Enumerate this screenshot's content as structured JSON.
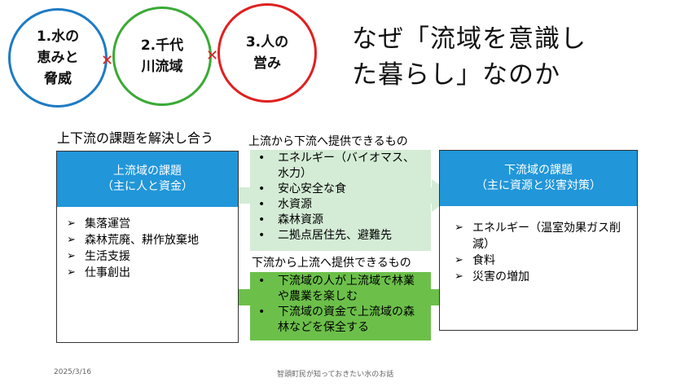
{
  "circles": [
    {
      "text": "1.水の\n恵みと\n脅威",
      "color": "#1e7bc4"
    },
    {
      "text": "2.千代\n川流域",
      "color": "#3aaa35"
    },
    {
      "text": "3.人の\n営み",
      "color": "#e02020"
    }
  ],
  "connector_symbol": "✕",
  "title": "なぜ「流域を意識し\nた暮らし」なのか",
  "section_label": "上下流の課題を解決し合う",
  "upstream": {
    "head_line1": "上流域の課題",
    "head_line2": "（主に人と資金）",
    "items": [
      "集落運営",
      "森林荒廃、耕作放棄地",
      "生活支援",
      "仕事創出"
    ]
  },
  "downstream": {
    "head_line1": "下流域の課題",
    "head_line2": "（主に資源と災害対策）",
    "items": [
      "エネルギー（温室効果ガス削減）",
      "食料",
      "災害の増加"
    ]
  },
  "up_to_down": {
    "label": "上流から下流へ提供できるもの",
    "items": [
      "エネルギー（バイオマス、水力）",
      "安心安全な食",
      "水資源",
      "森林資源",
      "二拠点居住先、避難先"
    ]
  },
  "down_to_up": {
    "label": "下流から上流へ提供できるもの",
    "items": [
      "下流域の人が上流域で林業や農業を楽しむ",
      "下流域の資金で上流域の森林などを保全する"
    ]
  },
  "footer": {
    "date": "2025/3/16",
    "caption": "智頭町民が知っておきたい水のお話"
  },
  "colors": {
    "blue_head": "#2196d9",
    "light_green": "#d4ecd6",
    "green": "#6cc04a"
  }
}
